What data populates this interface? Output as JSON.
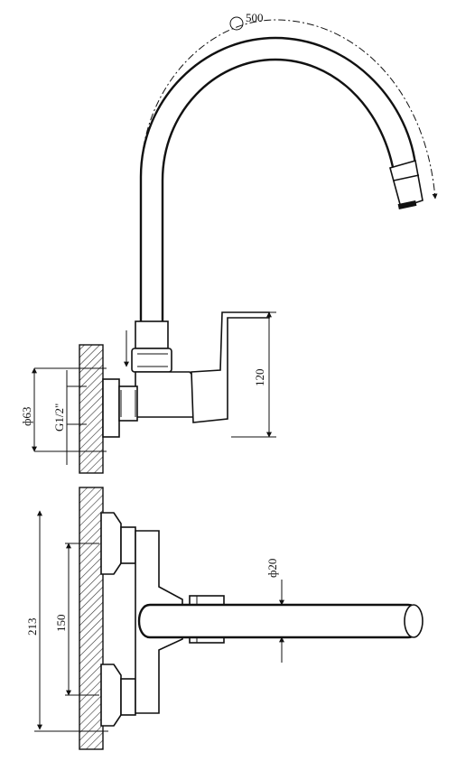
{
  "drawing": {
    "type": "technical-drawing",
    "views": [
      "side-view",
      "top-view"
    ]
  },
  "dimensions": {
    "spout_reach": "500",
    "handle_height": "120",
    "flange_diameter": "ф63",
    "thread": "G1/2\"",
    "pipe_diameter": "ф20",
    "overall_width": "213",
    "center_distance": "150"
  }
}
